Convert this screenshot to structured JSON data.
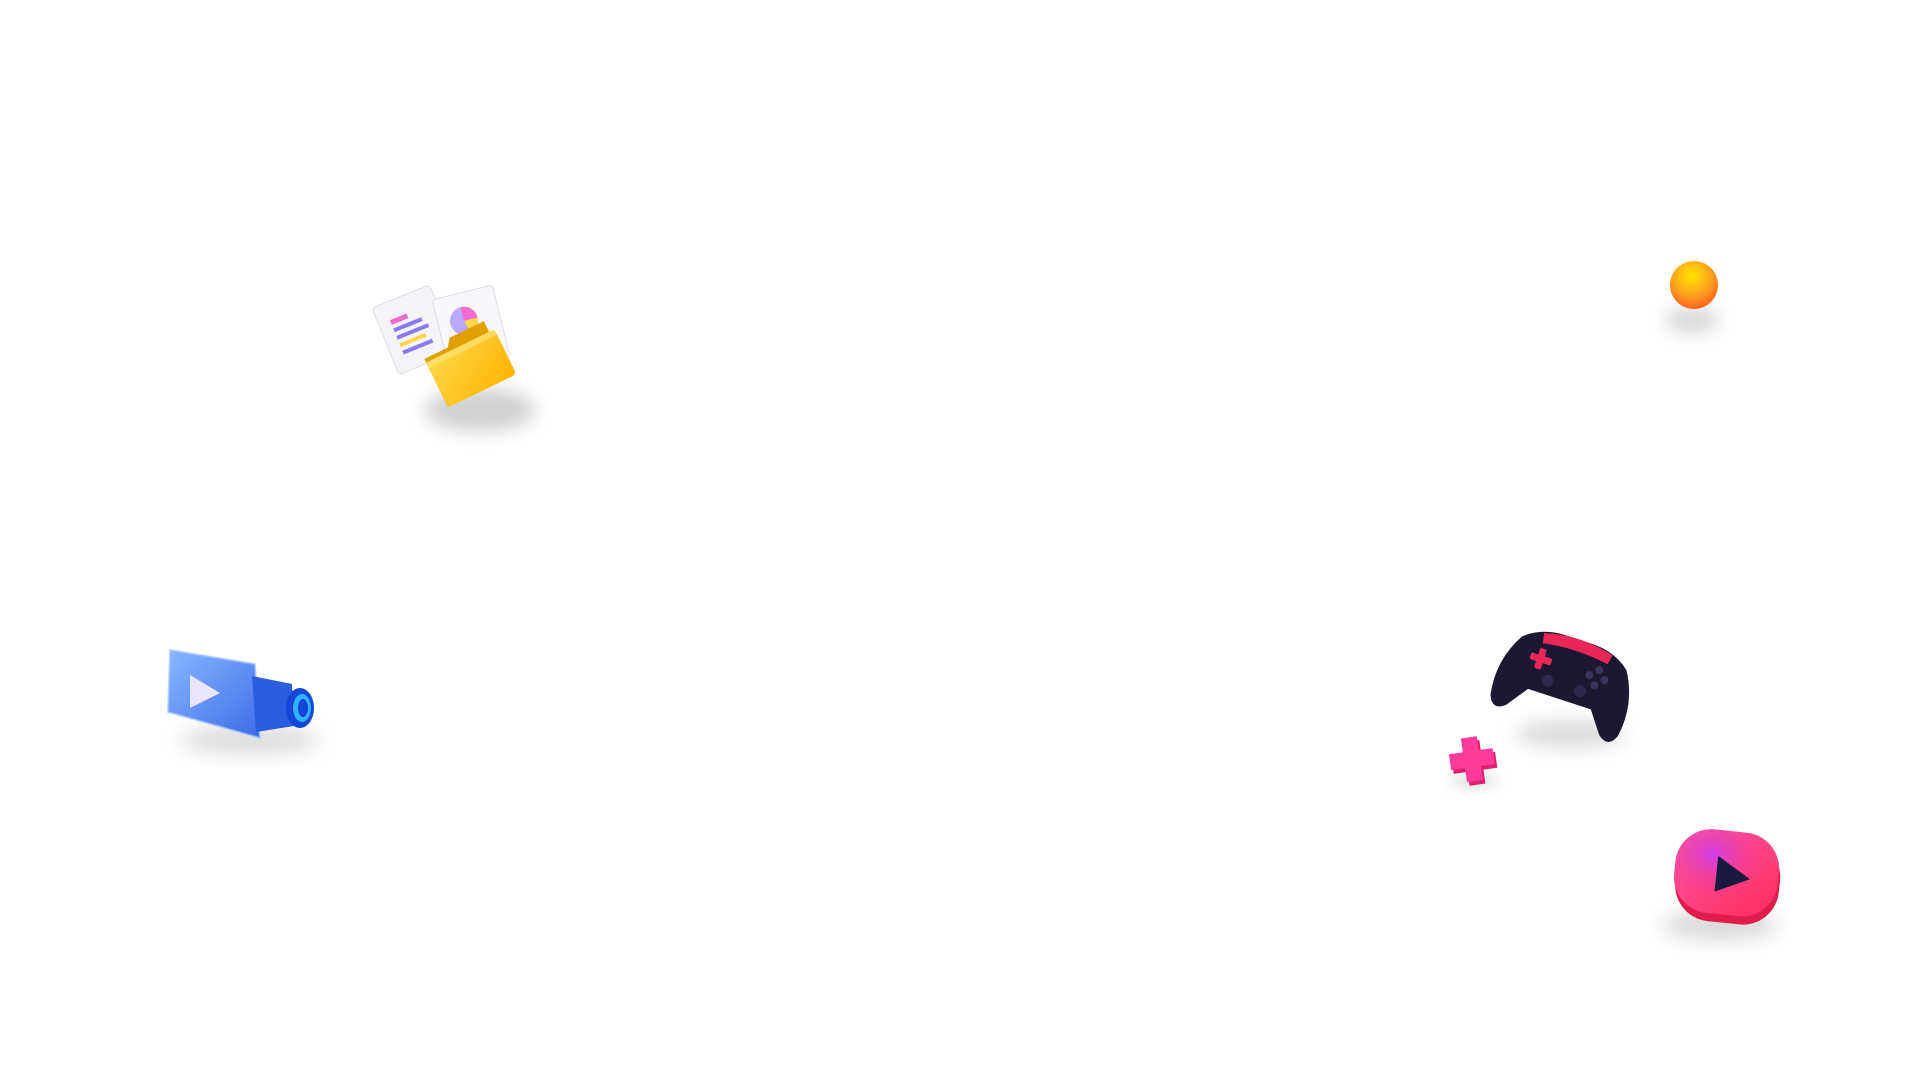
{
  "scene": {
    "background_color": "#ffffff",
    "decorations": [
      {
        "id": "files",
        "icon": "folder-with-documents-icon",
        "colors": {
          "folder": "#ffc81e",
          "paper": "#f3f3f8",
          "chart_purple": "#8a7cf0",
          "chart_pink": "#f46bd0",
          "chart_yellow": "#ffd54a"
        }
      },
      {
        "id": "orb",
        "icon": "orange-sphere-icon",
        "colors": {
          "light": "#ffe600",
          "dark": "#ff5a1e"
        }
      },
      {
        "id": "camera",
        "icon": "video-camera-icon",
        "colors": {
          "body": "#4f86f7",
          "lens": "#1e5ff5",
          "play": "#e9e4ff"
        }
      },
      {
        "id": "gamepad",
        "icon": "gamepad-icon",
        "colors": {
          "body": "#1c1832",
          "accent": "#e8265a"
        }
      },
      {
        "id": "plus",
        "icon": "plus-icon",
        "colors": {
          "main": "#ff3a9a",
          "side": "#e0206e"
        }
      },
      {
        "id": "play",
        "icon": "play-button-icon",
        "colors": {
          "light": "#ff5fb0",
          "dark": "#ff2a5a",
          "arrow": "#1a1a40"
        }
      }
    ]
  }
}
